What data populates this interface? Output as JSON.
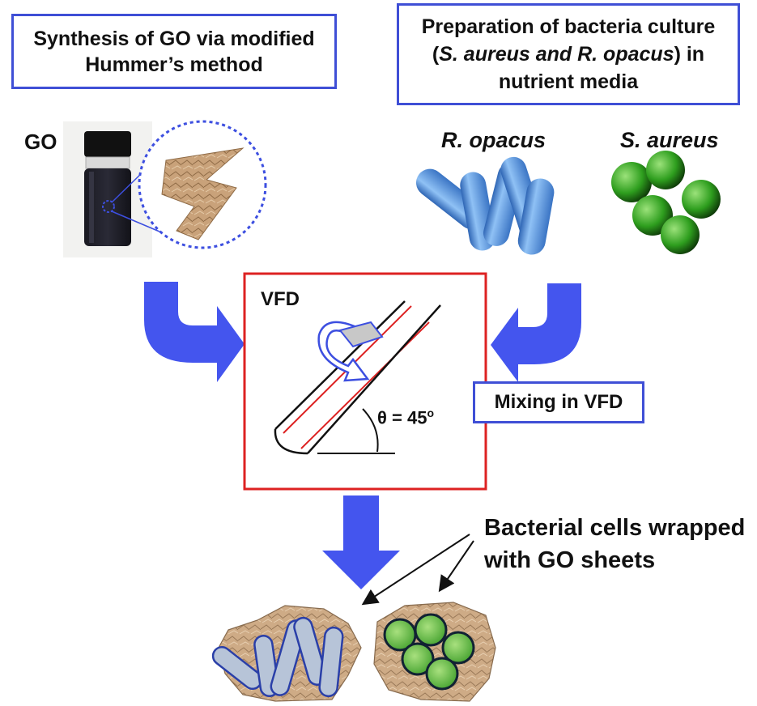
{
  "synthesis_box": {
    "line1": "Synthesis of GO via modified",
    "line2": "Hummer’s method"
  },
  "preparation_box": {
    "line1": "Preparation of bacteria culture",
    "line2_open": "(",
    "line2_species": "S. aureus and R. opacus",
    "line2_close": ") in",
    "line3": "nutrient media"
  },
  "go_label": "GO",
  "r_opacus_label": "R. opacus",
  "s_aureus_label": "S. aureus",
  "vfd_label": "VFD",
  "theta_label": "θ = 45",
  "theta_degree": "o",
  "mixing_box": "Mixing in VFD",
  "wrapped_label": {
    "line1": "Bacterial cells wrapped",
    "line2": "with GO sheets"
  },
  "colors": {
    "blue_arrow": "#4455ee",
    "box_blue": "#3f4fd6",
    "vfd_red": "#dd2222",
    "rod_blue": "#5b9be0",
    "coccus_green": "#2e9e1e",
    "go_sheet": "#c9a27a"
  }
}
